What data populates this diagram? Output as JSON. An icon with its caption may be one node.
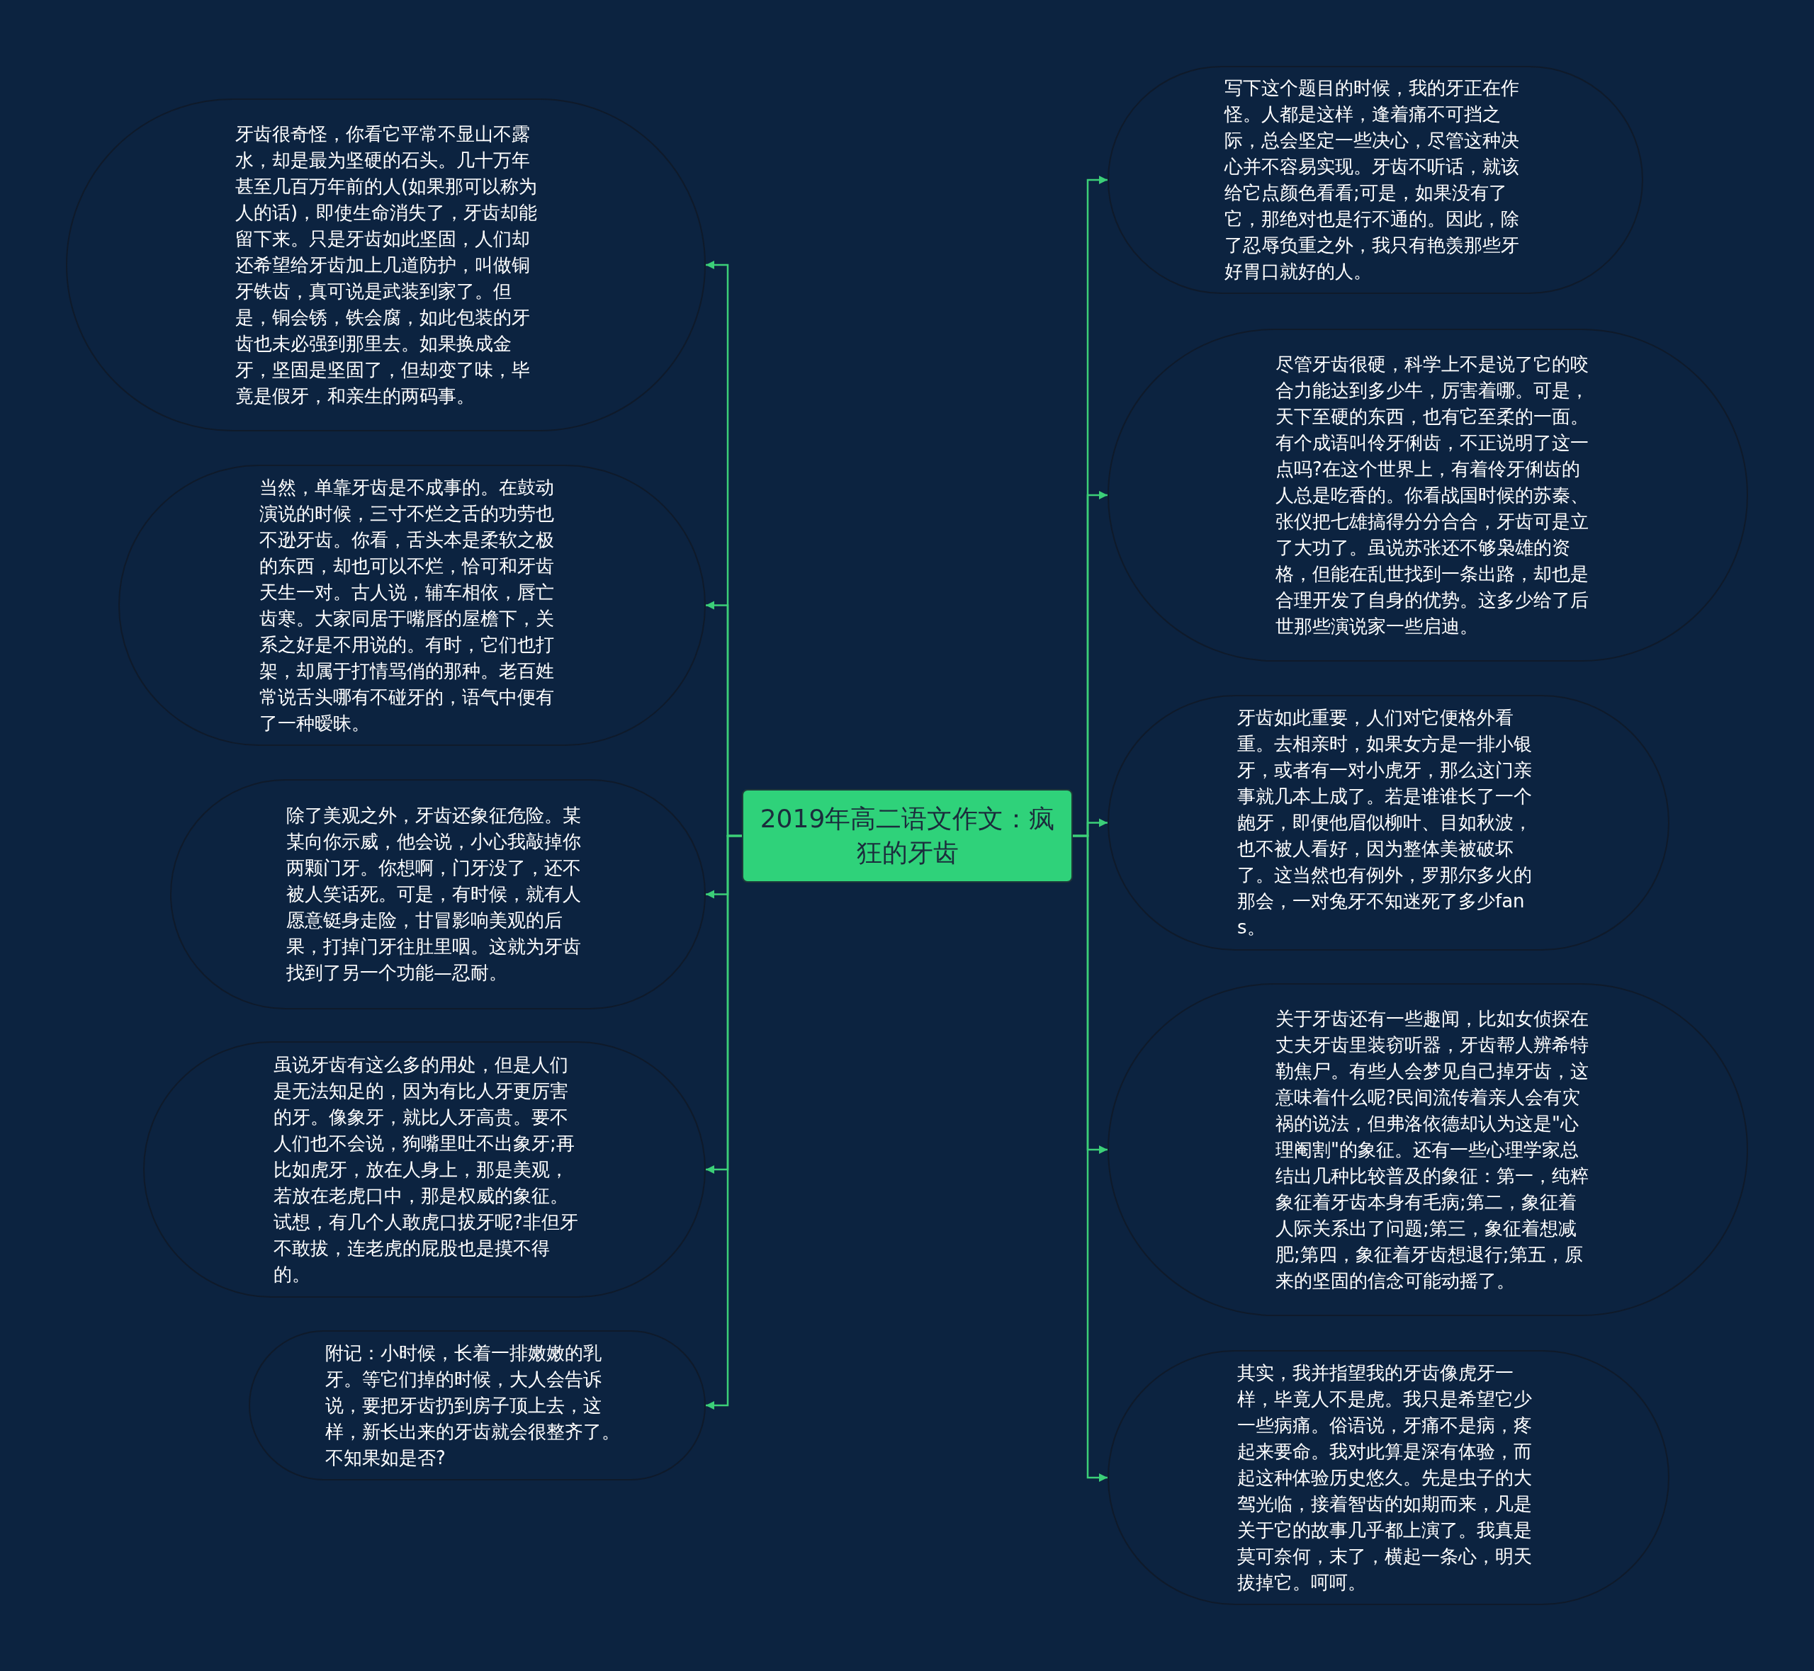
{
  "diagram": {
    "nodes": [
      {
        "text": [
          "2019年高二语文作文：疯狂的牙齿"
        ]
      },
      {
        "text": [
          "牙齿很奇怪，你看它平常不显山不露水，却是最为坚硬的石头。几十万年甚至几百万年前的人(如果那可以称为人的话)，即使生命消失了，牙齿却能留下来。只是牙齿如此坚固，人们却还希望给牙齿加上几道防护，叫做铜牙铁齿，真可说是武装到家了。但是，铜会锈，铁会腐，如此包装的牙齿也未必强到那里去。如果换成金牙，坚固是坚固了，但却变了味，毕竟是假牙，和亲生的两码事。"
        ]
      },
      {
        "text": [
          "当然，单靠牙齿是不成事的。在鼓动演说的时候，三寸不烂之舌的功劳也不逊牙齿。你看，舌头本是柔软之极的东西，却也可以不烂，恰可和牙齿天生一对。古人说，辅车相依，唇亡齿寒。大家同居于嘴唇的屋檐下，关系之好是不用说的。有时，它们也打架，却属于打情骂俏的那种。老百姓常说舌头哪有不碰牙的，语气中便有了一种暧昧。"
        ]
      },
      {
        "text": [
          "除了美观之外，牙齿还象征危险。某某向你示威，他会说，小心我敲掉你两颗门牙。你想啊，门牙没了，还不被人笑话死。可是，有时候，就有人愿意铤身走险，甘冒影响美观的后果，打掉门牙往肚里咽。这就为牙齿找到了另一个功能—忍耐。"
        ]
      },
      {
        "text": [
          "虽说牙齿有这么多的用处，但是人们是无法知足的，因为有比人牙更厉害的牙。像象牙，就比人牙高贵。要不人们也不会说，狗嘴里吐不出象牙;再比如虎牙，放在人身上，那是美观，若放在老虎口中，那是权威的象征。试想，有几个人敢虎口拔牙呢?非但牙不敢拔，连老虎的屁股也是摸不得的。"
        ]
      },
      {
        "text": [
          "附记：小时候，长着一排嫩嫩的乳牙。等它们掉的时候，大人会告诉说，要把牙齿扔到房子顶上去，这样，新长出来的牙齿就会很整齐了。不知果如是否?"
        ]
      },
      {
        "text": [
          "写下这个题目的时候，我的牙正在作怪。人都是这样，逢着痛不可挡之际，总会坚定一些决心，尽管这种决心并不容易实现。牙齿不听话，就该给它点颜色看看;可是，如果没有了它，那绝对也是行不通的。因此，除了忍辱负重之外，我只有艳羡那些牙好胃口就好的人。"
        ]
      },
      {
        "text": [
          "尽管牙齿很硬，科学上不是说了它的咬合力能达到多少牛，厉害着哪。可是，天下至硬的东西，也有它至柔的一面。有个成语叫伶牙俐齿，不正说明了这一点吗?在这个世界上，有着伶牙俐齿的人总是吃香的。你看战国时候的苏秦、张仪把七雄搞得分分合合，牙齿可是立了大功了。虽说苏张还不够枭雄的资格，但能在乱世找到一条出路，却也是合理开发了自身的优势。这多少给了后世那些演说家一些启迪。"
        ]
      },
      {
        "text": [
          "牙齿如此重要，人们对它便格外看重。去相亲时，如果女方是一排小银牙，或者有一对小虎牙，那么这门亲事就几本上成了。若是谁谁长了一个龅牙，即便他眉似柳叶、目如秋波，也不被人看好，因为整体美被破坏了。这当然也有例外，罗那尔多火的那会，一对兔牙不知迷死了多少fans。"
        ]
      },
      {
        "text": [
          "关于牙齿还有一些趣闻，比如女侦探在丈夫牙齿里装窃听器，牙齿帮人辨希特勒焦尸。有些人会梦见自己掉牙齿，这意味着什么呢?民间流传着亲人会有灾祸的说法，但弗洛依德却认为这是\"心理阉割\"的象征。还有一些心理学家总结出几种比较普及的象征：第一，纯粹象征着牙齿本身有毛病;第二，象征着人际关系出了问题;第三，象征着想减肥;第四，象征着牙齿想退行;第五，原来的坚固的信念可能动摇了。"
        ]
      },
      {
        "text": [
          "其实，我并指望我的牙齿像虎牙一样，毕竟人不是虎。我只是希望它少一些病痛。俗语说，牙痛不是病，疼起来要命。我对此算是深有体验，而起这种体验历史悠久。先是虫子的大驾光临，接着智齿的如期而来，凡是关于它的故事几乎都上演了。我真是莫可奈何，末了，横起一条心，明天拔掉它。呵呵。"
        ]
      }
    ],
    "edges": [
      {
        "from": 0,
        "to": 1,
        "arrow": "to"
      },
      {
        "from": 0,
        "to": 2,
        "arrow": "to"
      },
      {
        "from": 0,
        "to": 3,
        "arrow": "to"
      },
      {
        "from": 0,
        "to": 4,
        "arrow": "to"
      },
      {
        "from": 0,
        "to": 5,
        "arrow": "to"
      },
      {
        "from": 0,
        "to": 6,
        "arrow": "to"
      },
      {
        "from": 0,
        "to": 7,
        "arrow": "to"
      },
      {
        "from": 0,
        "to": 8,
        "arrow": "to"
      },
      {
        "from": 0,
        "to": 9,
        "arrow": "to"
      },
      {
        "from": 0,
        "to": 10,
        "arrow": "to"
      }
    ]
  }
}
